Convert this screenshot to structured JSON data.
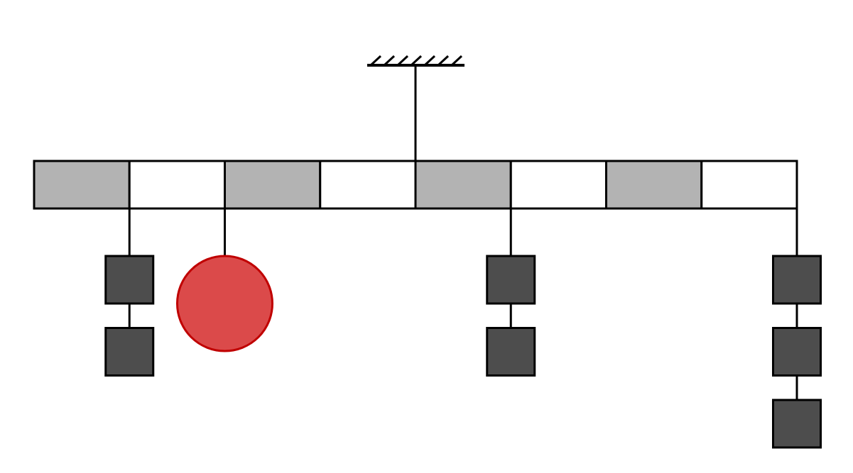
{
  "diagram": {
    "type": "balance-mobile",
    "beam_segments": 8,
    "pivot_segment_boundary": 4,
    "colors": {
      "shaded_segment": "#b3b3b3",
      "plain_segment": "#ffffff",
      "outline": "#000000",
      "square_weight": "#4d4d4d",
      "circle_fill": "#db4a4a",
      "circle_stroke": "#c00000"
    },
    "shaded_segments": [
      0,
      2,
      4,
      6
    ],
    "hangers": [
      {
        "boundary": 1,
        "kind": "square",
        "count": 2
      },
      {
        "boundary": 2,
        "kind": "circle",
        "count": 1
      },
      {
        "boundary": 5,
        "kind": "square",
        "count": 2
      },
      {
        "boundary": 8,
        "kind": "square",
        "count": 3
      }
    ]
  }
}
